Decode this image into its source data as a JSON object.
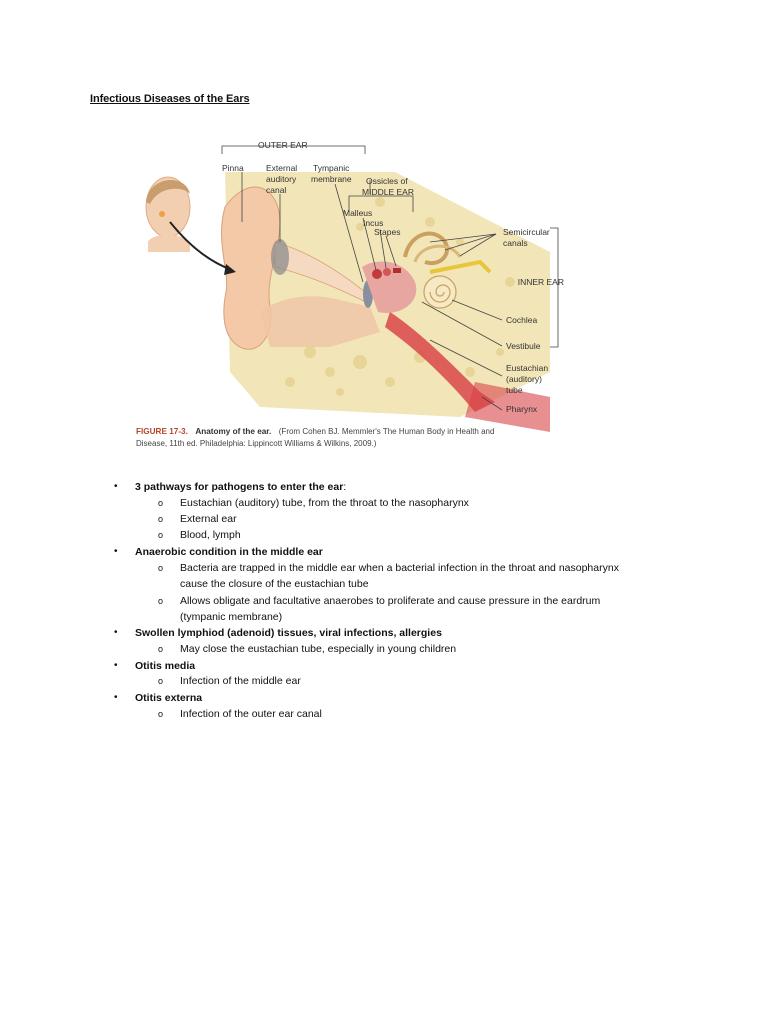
{
  "document": {
    "title": "Infectious Diseases of the Ears"
  },
  "figure": {
    "labels": {
      "outer_ear": "OUTER EAR",
      "pinna": "Pinna",
      "external_1": "External",
      "external_2": "auditory",
      "external_3": "canal",
      "tympanic_1": "Tympanic",
      "tympanic_2": "membrane",
      "ossicles_1": "Ossicles of",
      "ossicles_2": "MIDDLE EAR",
      "malleus": "Malleus",
      "incus": "Incus",
      "stapes": "Stapes",
      "semicircular_1": "Semicircular",
      "semicircular_2": "canals",
      "inner_ear": "INNER EAR",
      "cochlea": "Cochlea",
      "vestibule": "Vestibule",
      "eustachian_1": "Eustachian",
      "eustachian_2": "(auditory)",
      "eustachian_3": "tube",
      "pharynx": "Pharynx"
    },
    "caption": {
      "head": "FIGURE 17-3.",
      "bold": "Anatomy of the ear.",
      "line1": "(From Cohen BJ. Memmler's The Human Body in Health and",
      "line2": "Disease, 11th ed. Philadelphia: Lippincott Williams & Wilkins, 2009.)"
    }
  },
  "list": {
    "bullet_glyph": "•",
    "sub_glyph": "o",
    "items": [
      {
        "text": "3 pathways for pathogens to enter the ear",
        "suffix": ":",
        "subs": [
          "Eustachian (auditory) tube, from the throat to the nasopharynx",
          "External ear",
          "Blood, lymph"
        ]
      },
      {
        "text": "Anaerobic condition in the middle ear",
        "subs": [
          "Bacteria are trapped in the middle ear when a bacterial infection in the throat and nasopharynx",
          "cause the closure of the eustachian tube",
          "Allows obligate and facultative anaerobes to proliferate and cause pressure in the eardrum",
          "(tympanic membrane)"
        ]
      },
      {
        "text": "Swollen lymphiod (adenoid) tissues, viral infections, allergies",
        "subs": [
          "May close the eustachian tube, especially in young children"
        ]
      },
      {
        "text": "Otitis media",
        "subs": [
          "Infection of the middle ear"
        ]
      },
      {
        "text": "Otitis externa",
        "subs": [
          "Infection of the outer ear canal"
        ]
      }
    ]
  }
}
